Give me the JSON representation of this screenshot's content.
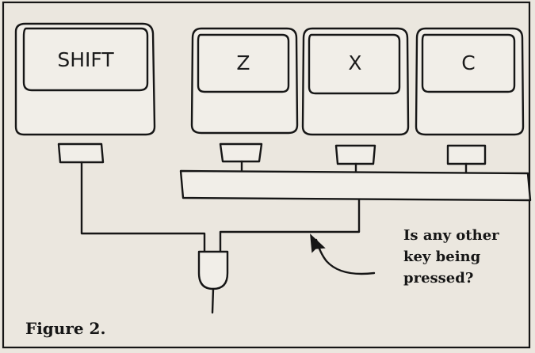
{
  "keys": [
    {
      "label": "SHIFT"
    },
    {
      "label": "Z"
    },
    {
      "label": "X"
    },
    {
      "label": "C"
    }
  ],
  "annotation": {
    "line1": "Is any other",
    "line2": "key being",
    "line3": "pressed?"
  },
  "caption": "Figure 2.",
  "colors": {
    "paper": "#ebe7df",
    "ink": "#161616"
  }
}
